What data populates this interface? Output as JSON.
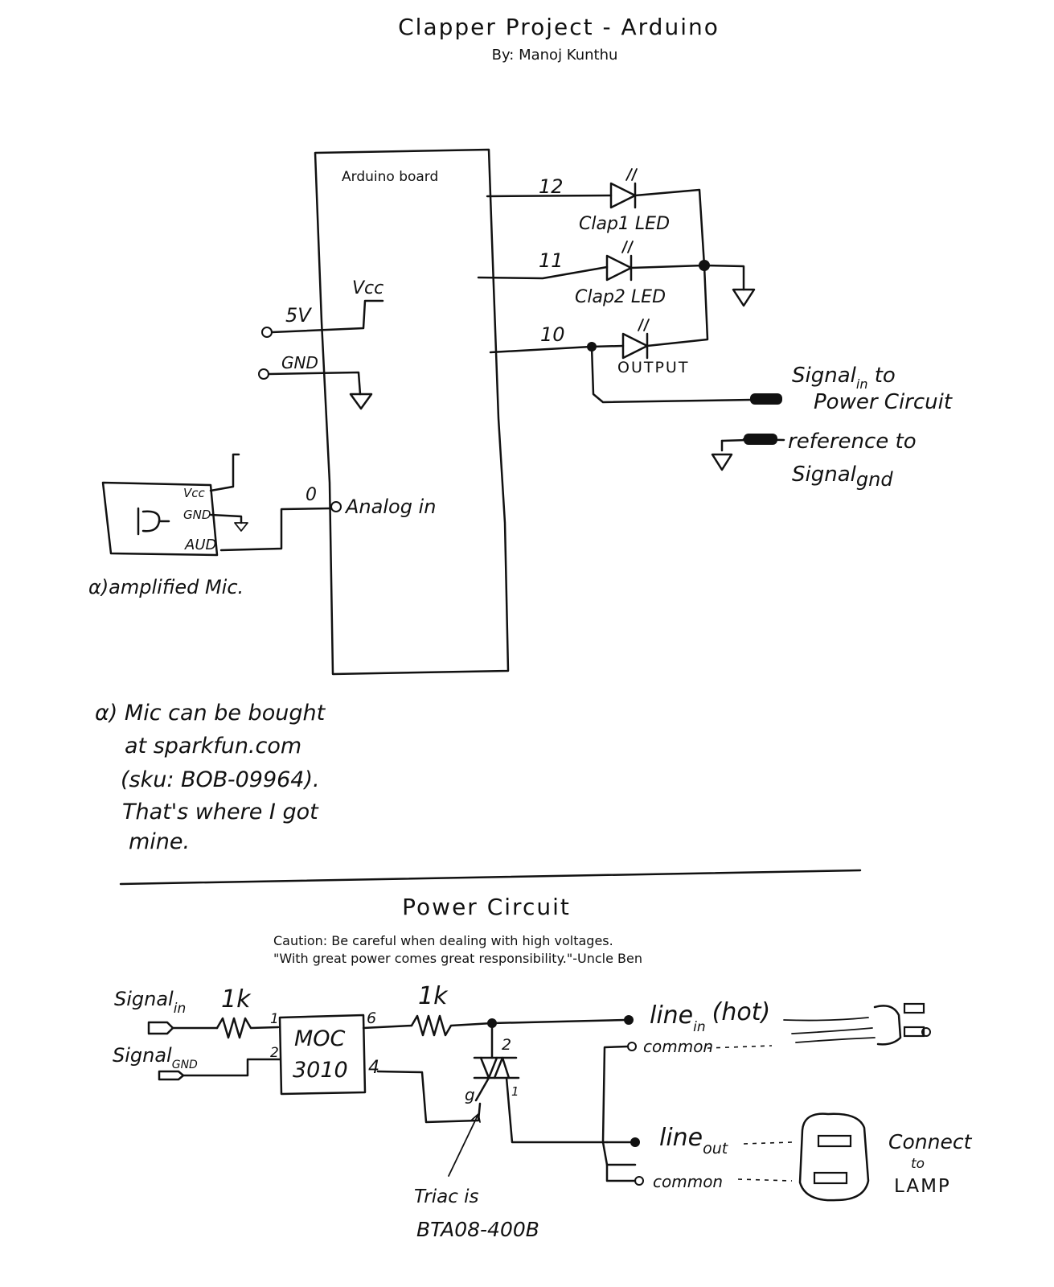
{
  "header": {
    "title": "Clapper Project - Arduino",
    "byline": "By: Manoj Kunthu"
  },
  "arduino": {
    "board_label": "Arduino board",
    "pin12": "12",
    "pin11": "11",
    "pin10": "10",
    "pin5v": "5V",
    "pingnd": "GND",
    "vcc_label": "Vcc",
    "analog_pin": "0",
    "analog_label": "Analog in"
  },
  "leds": {
    "led1": "Clap1 LED",
    "led2": "Clap2 LED",
    "led3": "OUTPUT"
  },
  "mic": {
    "vcc": "Vcc",
    "gnd": "GND",
    "aud": "AUD",
    "label": "α)amplified Mic."
  },
  "signals": {
    "signal_in_line1": "Signal",
    "signal_in_sub": "in",
    "signal_in_line2": " to",
    "signal_in_line3": "Power Circuit",
    "ref_line1": "reference to",
    "ref_line2": "Signal",
    "ref_sub": "gnd"
  },
  "note": {
    "line1": "α) Mic can be bought",
    "line2": "at sparkfun.com",
    "line3": "(sku: BOB-09964).",
    "line4": "That's where I got",
    "line5": "mine."
  },
  "power": {
    "title": "Power Circuit",
    "caution1": "Caution: Be careful when dealing with high voltages.",
    "caution2": "\"With great power comes great responsibility.\"-Uncle Ben",
    "signal_in": "Signal",
    "signal_in_sub": "in",
    "signal_gnd": "Signal",
    "signal_gnd_sub": "GND",
    "r1": "1k",
    "r2": "1k",
    "moc_line1": "MOC",
    "moc_line2": "3010",
    "moc_pin1": "1",
    "moc_pin2": "2",
    "moc_pin6": "6",
    "moc_pin4": "4",
    "triac_pin2": "2",
    "triac_pin1": "1",
    "triac_gate": "g",
    "triac_line1": "Triac is",
    "triac_line2": "BTA08-400B",
    "line_in": "line",
    "line_in_sub": "in",
    "line_in_hot": "(hot)",
    "common_top": "common",
    "line_out": "line",
    "line_out_sub": "out",
    "common_bottom": "common",
    "connect_line1": "Connect",
    "connect_line2": "to",
    "connect_line3": "LAMP"
  }
}
